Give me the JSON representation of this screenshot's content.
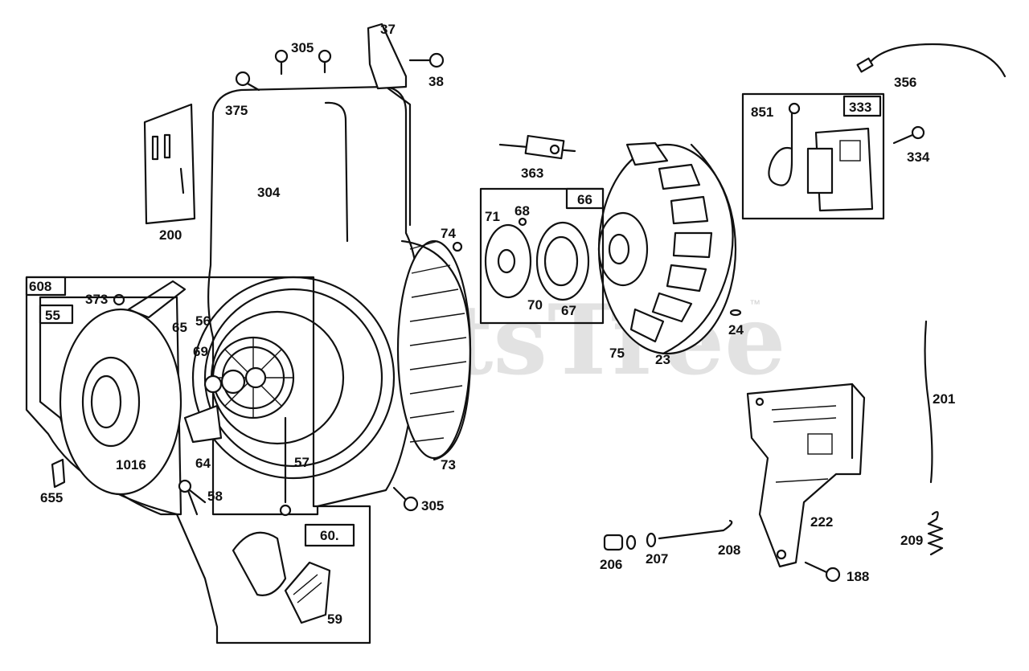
{
  "watermark": "PartsTree",
  "trademark": "™",
  "labels": {
    "p305a": "305",
    "p37": "37",
    "p38": "38",
    "p375": "375",
    "p200": "200",
    "p304": "304",
    "p363": "363",
    "p66": "66",
    "p68": "68",
    "p71": "71",
    "p70": "70",
    "p67": "67",
    "p74": "74",
    "p24": "24",
    "p75": "75",
    "p23": "23",
    "p851": "851",
    "p333": "333",
    "p334": "334",
    "p356": "356",
    "p608": "608",
    "p55": "55",
    "p373": "373",
    "p65": "65",
    "p56": "56",
    "p69": "69",
    "p1016": "1016",
    "p64": "64",
    "p57": "57",
    "p73": "73",
    "p655": "655",
    "p58": "58",
    "p305b": "305",
    "p60": "60.",
    "p59": "59",
    "p201": "201",
    "p222": "222",
    "p209": "209",
    "p206": "206",
    "p207": "207",
    "p208": "208",
    "p188": "188"
  }
}
